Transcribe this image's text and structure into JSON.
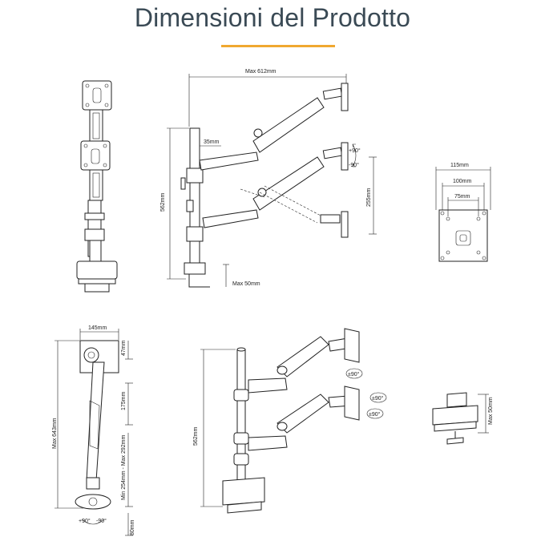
{
  "title": "Dimensioni del Prodotto",
  "colors": {
    "accent": "#f0a830",
    "line": "#222222",
    "title": "#3a4a55"
  },
  "labels": {
    "max_width": "Max 612mm",
    "height_562_side": "562mm",
    "height_562_bottom": "562mm",
    "offset_35": "35mm",
    "clamp_50_side": "Max 50mm",
    "clamp_50_small": "Max 50mm",
    "tilt_up": "+90°",
    "tilt_down": "-90°",
    "range_255": "255mm",
    "vesa_115": "115mm",
    "vesa_100": "100mm",
    "vesa_75": "75mm",
    "top_145": "145mm",
    "top_47": "47mm",
    "height_643": "Max 643mm",
    "span_175": "175mm",
    "span_254_292": "Min 254mm - Max 292mm",
    "swivel_plus": "+90°",
    "swivel_minus": "-90°",
    "base_80": "80mm",
    "rot_top": "±90°",
    "rot_mid": "±90°",
    "rot_low": "±90°"
  }
}
